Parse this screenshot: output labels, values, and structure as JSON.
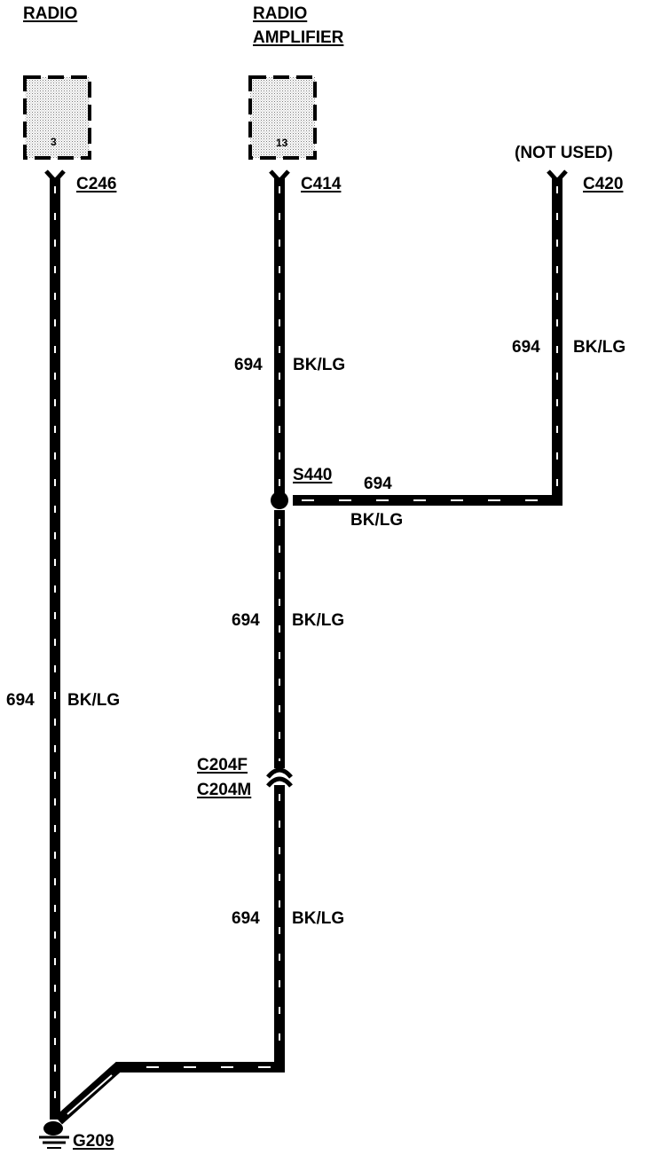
{
  "components": {
    "radio": {
      "name": "RADIO",
      "pin": "3",
      "connector": "C246"
    },
    "amplifier": {
      "name_line1": "RADIO",
      "name_line2": "AMPLIFIER",
      "pin": "13",
      "connector": "C414"
    },
    "not_used": {
      "note": "(NOT USED)",
      "connector": "C420"
    }
  },
  "splice": {
    "id": "S440"
  },
  "inline_connector": {
    "female": "C204F",
    "male": "C204M"
  },
  "ground": {
    "id": "G209"
  },
  "wires": {
    "radio_to_ground": {
      "circuit": "694",
      "color": "BK/LG"
    },
    "amp_to_splice": {
      "circuit": "694",
      "color": "BK/LG"
    },
    "c420_to_splice": {
      "circuit": "694",
      "color": "BK/LG"
    },
    "splice_branch": {
      "circuit": "694",
      "color": "BK/LG"
    },
    "splice_to_c204": {
      "circuit": "694",
      "color": "BK/LG"
    },
    "c204_to_ground": {
      "circuit": "694",
      "color": "BK/LG"
    }
  }
}
